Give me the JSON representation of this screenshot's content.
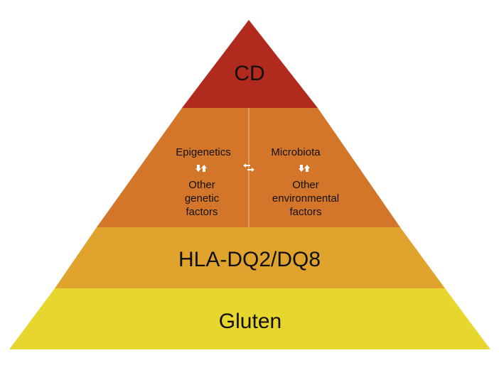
{
  "diagram": {
    "top": {
      "label": "CD",
      "color": "#b02a1e"
    },
    "middle": {
      "color": "#d4762a",
      "divider_color": "#e8a56a",
      "left": {
        "title": "Epigenetics",
        "lines": [
          "Other",
          "genetic",
          "factors"
        ],
        "arrows_icon": "down-up-arrows-icon"
      },
      "right": {
        "title": "Microbiota",
        "lines": [
          "Other",
          "environmental",
          "factors"
        ],
        "arrows_icon": "down-up-arrows-icon"
      },
      "exchange_icon": "bidirectional-exchange-icon"
    },
    "upper_base": {
      "label": "HLA-DQ2/DQ8",
      "color": "#e0a32e"
    },
    "base": {
      "label": "Gluten",
      "color": "#e6d62e"
    }
  }
}
